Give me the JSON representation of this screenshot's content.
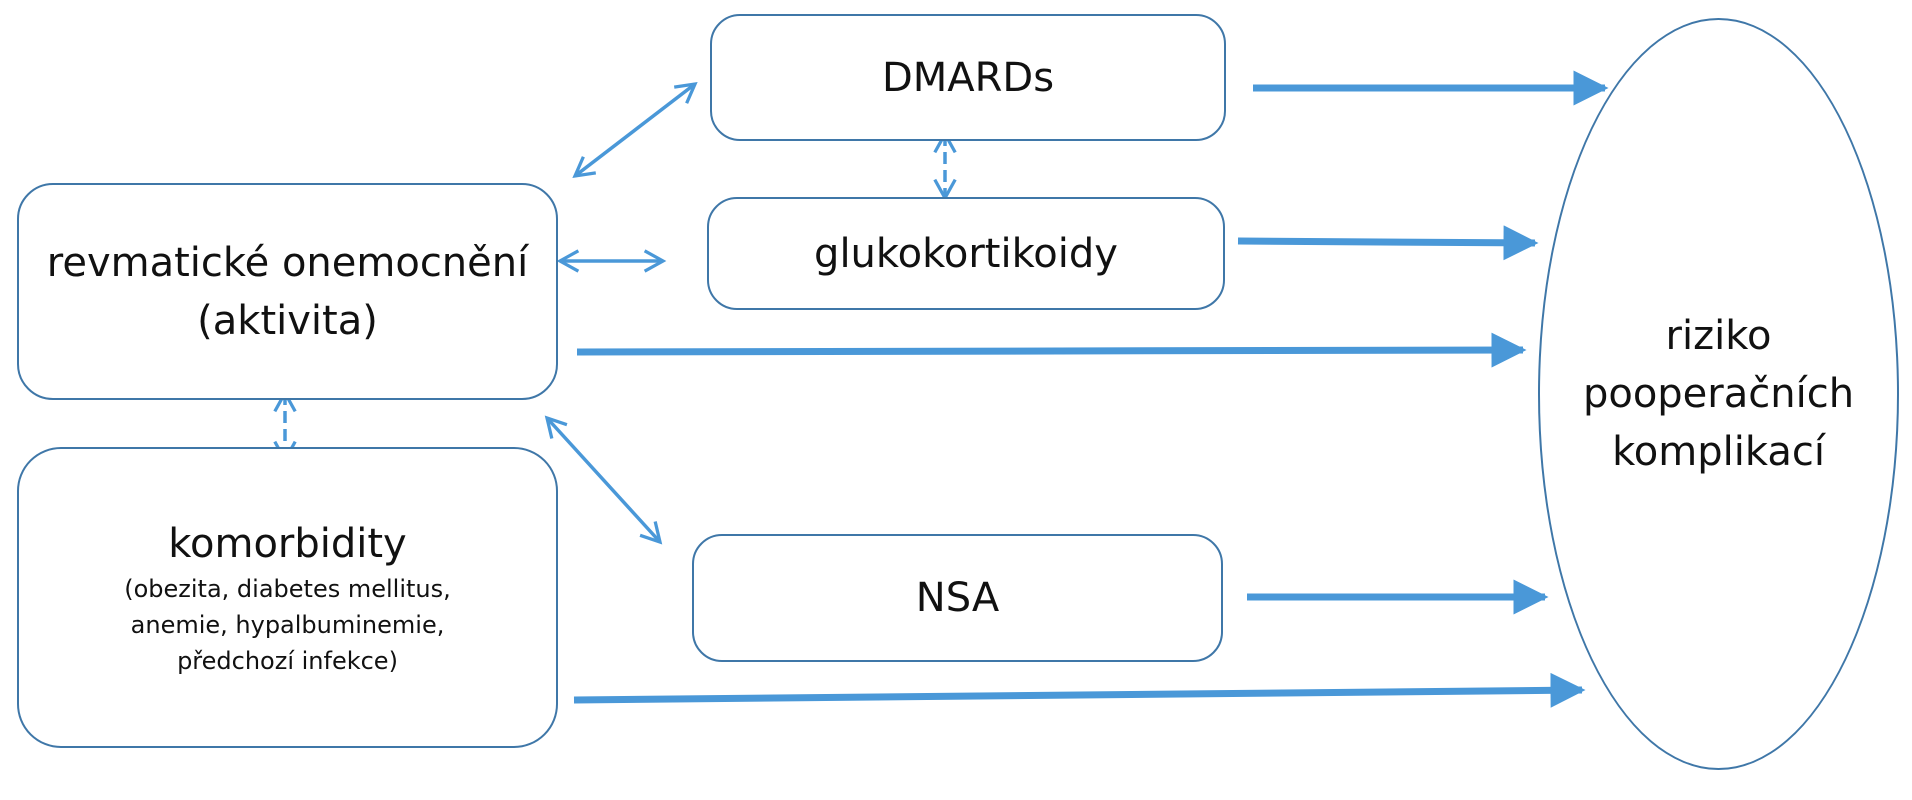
{
  "colors": {
    "arrow": "#4a98d8",
    "border": "#3f77a8"
  },
  "nodes": {
    "dmards": {
      "label": "DMARDs"
    },
    "glukokortikoidy": {
      "label": "glukokortikoidy"
    },
    "nsa": {
      "label": "NSA"
    },
    "revmaticke": {
      "line1": "revmatické onemocnění",
      "line2": "(aktivita)"
    },
    "komorbidity": {
      "title": "komorbidity",
      "detail1": "(obezita, diabetes mellitus,",
      "detail2": "anemie, hypalbuminemie,",
      "detail3": "předchozí infekce)"
    },
    "riziko": {
      "line1": "riziko",
      "line2": "pooperačních",
      "line3": "komplikací"
    }
  }
}
